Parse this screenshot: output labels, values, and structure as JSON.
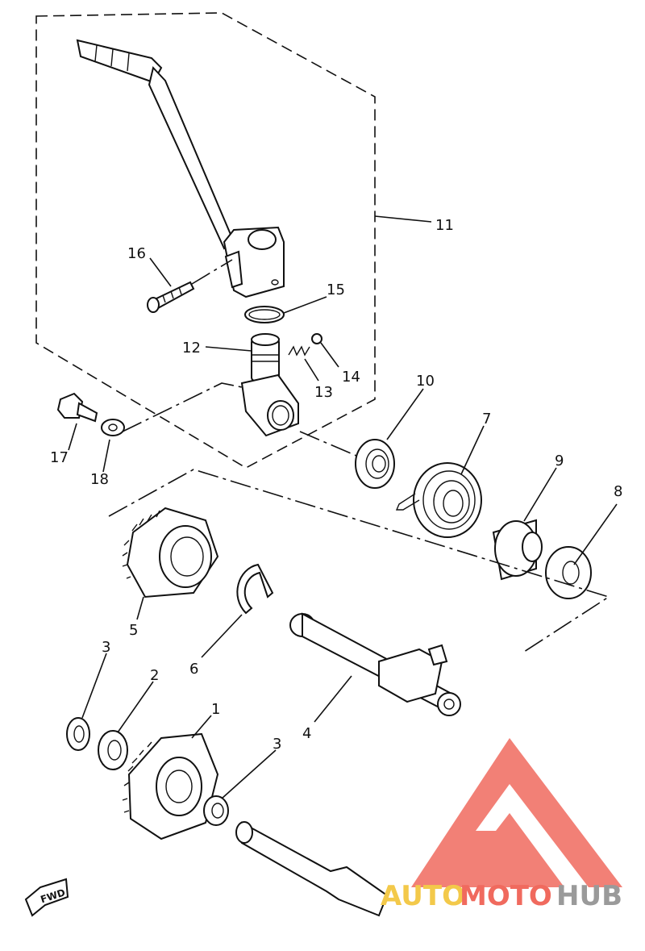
{
  "diagram": {
    "callouts": [
      {
        "id": "1",
        "text": "1"
      },
      {
        "id": "2",
        "text": "2"
      },
      {
        "id": "3a",
        "text": "3"
      },
      {
        "id": "3b",
        "text": "3"
      },
      {
        "id": "4",
        "text": "4"
      },
      {
        "id": "5",
        "text": "5"
      },
      {
        "id": "6",
        "text": "6"
      },
      {
        "id": "7",
        "text": "7"
      },
      {
        "id": "8",
        "text": "8"
      },
      {
        "id": "9",
        "text": "9"
      },
      {
        "id": "10",
        "text": "10"
      },
      {
        "id": "11",
        "text": "11"
      },
      {
        "id": "12",
        "text": "12"
      },
      {
        "id": "13",
        "text": "13"
      },
      {
        "id": "14",
        "text": "14"
      },
      {
        "id": "15",
        "text": "15"
      },
      {
        "id": "16",
        "text": "16"
      },
      {
        "id": "17",
        "text": "17"
      },
      {
        "id": "18",
        "text": "18"
      }
    ],
    "fwd_label": "FWD"
  },
  "watermark": {
    "text_auto": "AUTO",
    "text_moto": "MOTO",
    "text_hub": "HUB",
    "colors": {
      "auto": "#f3c94a",
      "moto": "#f06a5e",
      "hub": "#9a9a9a",
      "logo": "#f06a5e"
    }
  }
}
